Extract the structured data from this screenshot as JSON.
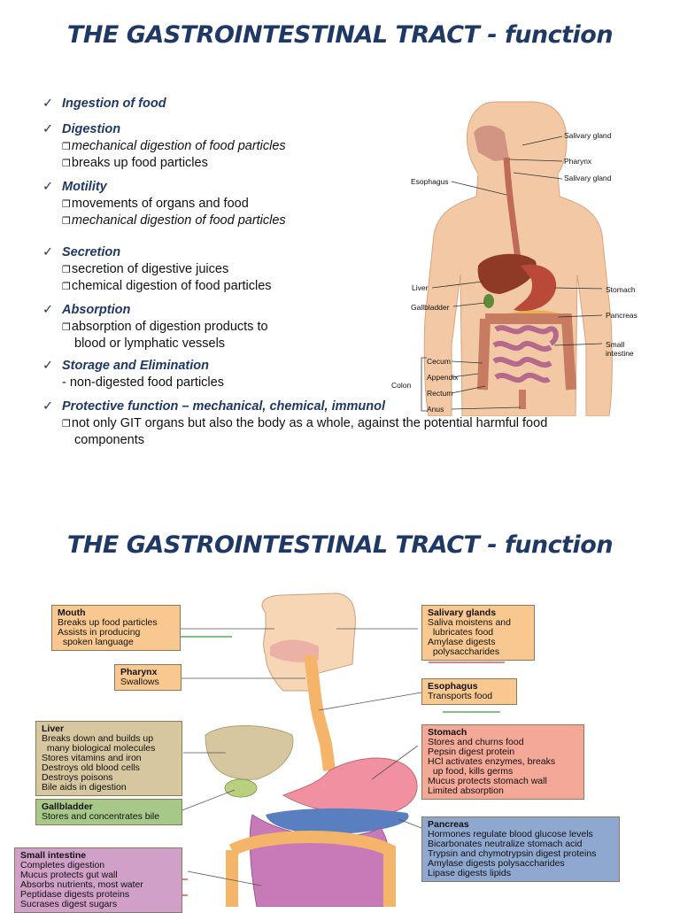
{
  "slide1": {
    "title": "THE GASTROINTESTINAL TRACT - function",
    "bullets": [
      {
        "head": "Ingestion of food",
        "subs": []
      },
      {
        "head": "Digestion",
        "subs": [
          "mechanical digestion of food particles",
          "breaks up food particles"
        ]
      },
      {
        "head": "Motility",
        "subs": [
          "movements of organs and food",
          "mechanical digestion of food particles"
        ]
      },
      {
        "head": "Secretion",
        "subs": [
          "secretion of digestive juices",
          "chemical digestion of food particles"
        ]
      },
      {
        "head": "Absorption",
        "subs": [
          "absorption of digestion products to",
          "blood or lymphatic vessels"
        ]
      },
      {
        "head": "Storage and Elimination",
        "subs": [
          "non-digested food particles"
        ]
      },
      {
        "head": "Protective function – mechanical, chemical, immunol",
        "subs": [
          "not only GIT organs but also the body as a whole, against the potential  harmful food",
          "components"
        ]
      }
    ],
    "anatomy_labels": {
      "salivary_gland_1": "Salivary gland",
      "pharynx": "Pharynx",
      "salivary_gland_2": "Salivary gland",
      "esophagus": "Esophagus",
      "liver": "Liver",
      "stomach": "Stomach",
      "gallbladder": "Gallbladder",
      "pancreas": "Pancreas",
      "small": "Small",
      "intestine": "intestine",
      "cecum": "Cecum",
      "appendix": "Appendix",
      "colon": "Colon",
      "rectum": "Rectum",
      "anus": "Anus"
    }
  },
  "slide2": {
    "title": "THE GASTROINTESTINAL TRACT - function",
    "boxes": {
      "mouth": {
        "head": "Mouth",
        "lines": [
          "Breaks up food particles",
          "Assists in producing",
          "  spoken language"
        ],
        "color": "#f8c890"
      },
      "pharynx": {
        "head": "Pharynx",
        "lines": [
          "Swallows"
        ],
        "color": "#f8c890"
      },
      "liver": {
        "head": "Liver",
        "lines": [
          "Breaks down and builds up",
          "  many biological molecules",
          "Stores vitamins and iron",
          "Destroys old blood cells",
          "Destroys poisons",
          "Bile aids in digestion"
        ],
        "color": "#d6c7a0"
      },
      "gallbladder": {
        "head": "Gallbladder",
        "lines": [
          "Stores and concentrates bile"
        ],
        "color": "#a6c98a"
      },
      "small_intestine": {
        "head": "Small intestine",
        "lines": [
          "Completes digestion",
          "Mucus protects gut wall",
          "Absorbs nutrients, most water",
          "Peptidase digests proteins",
          "Sucrases digest sugars"
        ],
        "color": "#d0a0c8"
      },
      "salivary": {
        "head": "Salivary glands",
        "lines": [
          "Saliva moistens and",
          "  lubricates food",
          "Amylase digests",
          "  polysaccharides"
        ],
        "color": "#f8c890"
      },
      "esophagus": {
        "head": "Esophagus",
        "lines": [
          "Transports food"
        ],
        "color": "#f8c890"
      },
      "stomach": {
        "head": "Stomach",
        "lines": [
          "Stores and churns food",
          "Pepsin digest protein",
          "HCl activates enzymes, breaks",
          "  up food, kills germs",
          "Mucus protects stomach wall",
          "Limited absorption"
        ],
        "color": "#f4a898"
      },
      "pancreas": {
        "head": "Pancreas",
        "lines": [
          "Hormones regulate blood glucose levels",
          "Bicarbonates neutralize stomach acid",
          "Trypsin and chymotrypsin digest proteins",
          "Amylase digests polysaccharides",
          "Lipase digests lipids"
        ],
        "color": "#8fa8d0"
      }
    }
  },
  "colors": {
    "title": "#1f3864",
    "skin": "#f2c9a4",
    "liver": "#8e3a26",
    "stomach": "#b94a3a",
    "intestine": "#b56a8c"
  }
}
